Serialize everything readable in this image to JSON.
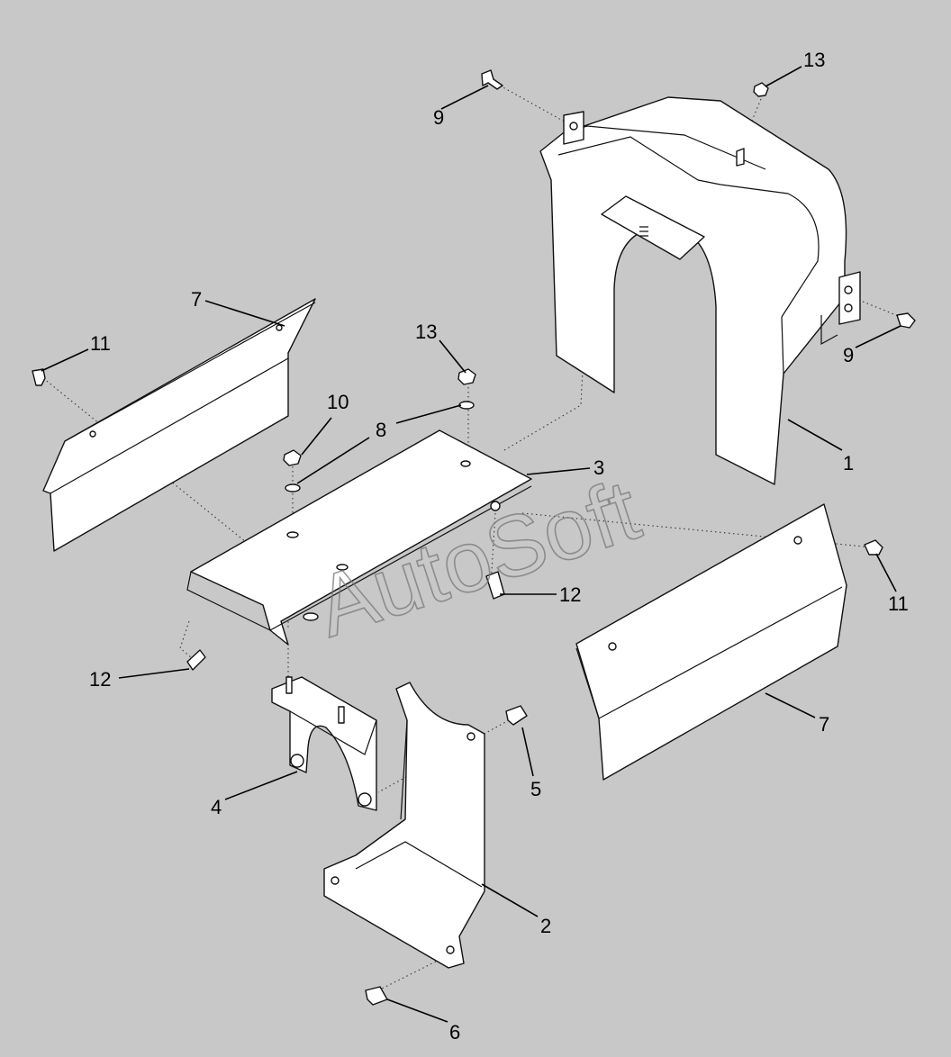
{
  "watermark": "AutoSoft",
  "callouts": {
    "c1": "1",
    "c2": "2",
    "c3": "3",
    "c4": "4",
    "c5": "5",
    "c6": "6",
    "c7a": "7",
    "c7b": "7",
    "c8": "8",
    "c9a": "9",
    "c9b": "9",
    "c10": "10",
    "c11a": "11",
    "c11b": "11",
    "c12a": "12",
    "c12b": "12",
    "c13a": "13",
    "c13b": "13"
  },
  "colors": {
    "background": "#c8c8c8",
    "part_fill": "#ffffff",
    "line": "#111111"
  }
}
